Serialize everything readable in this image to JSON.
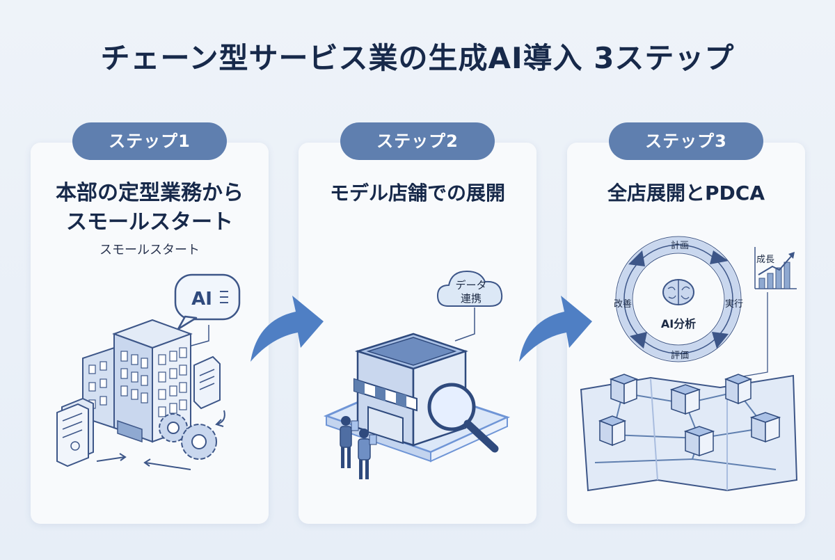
{
  "title": "チェーン型サービス業の生成AI導入 3ステップ",
  "steps": [
    {
      "pill": "ステップ1",
      "heading_line1": "本部の定型業務から",
      "heading_line2": "スモールスタート",
      "subtitle": "スモールスタート",
      "ai_label": "AI"
    },
    {
      "pill": "ステップ2",
      "heading": "モデル店舗での展開",
      "cloud_line1": "データ",
      "cloud_line2": "連携"
    },
    {
      "pill": "ステップ3",
      "heading": "全店展開とPDCA",
      "cycle": {
        "center": "AI分析",
        "plan": "計画",
        "do": "実行",
        "check": "評価",
        "act": "改善"
      },
      "growth": "成長"
    }
  ],
  "colors": {
    "accent": "#5f7faf",
    "arrow": "#4f7fc4",
    "title": "#17294a",
    "line": "#3d5688",
    "fill": "#dce6f5"
  }
}
